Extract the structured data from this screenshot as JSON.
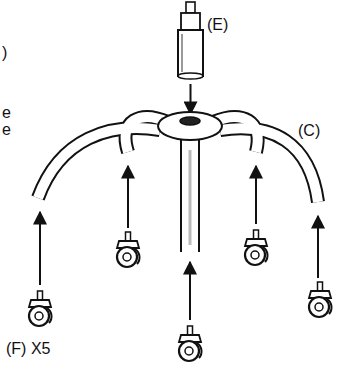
{
  "diagram": {
    "labels": [
      "(E)",
      ")",
      "e",
      "e",
      "(C)",
      "(F) X5"
    ]
  }
}
